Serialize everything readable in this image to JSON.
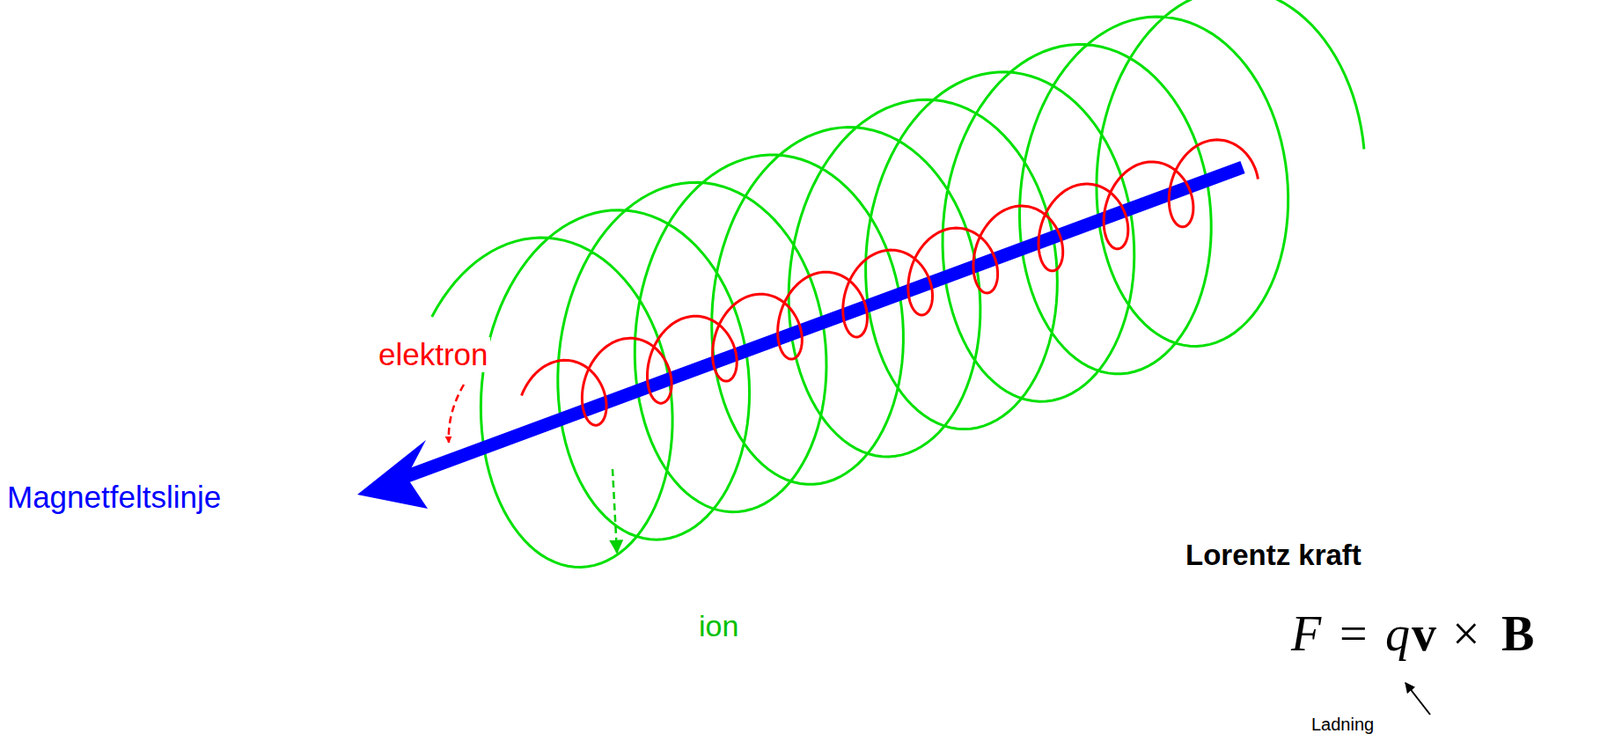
{
  "diagram": {
    "labels": [
      "elektron",
      "Magnetfeltslinje",
      "ion",
      "Lorentz kraft",
      "F",
      "=",
      "q",
      "v",
      "×",
      "B",
      "Ladning"
    ]
  }
}
